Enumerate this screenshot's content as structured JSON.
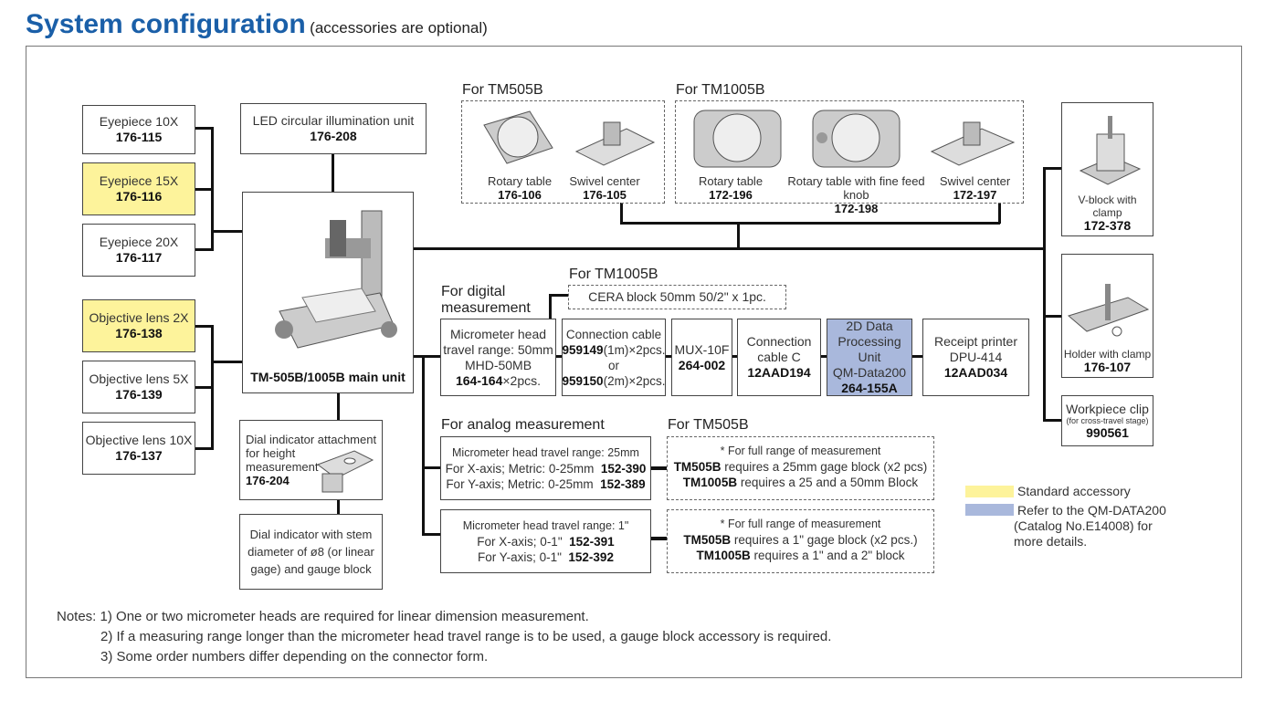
{
  "title": "System configuration",
  "subtitle": "(accessories are optional)",
  "eyepieces": [
    {
      "name": "Eyepiece 10X",
      "code": "176-115"
    },
    {
      "name": "Eyepiece 15X",
      "code": "176-116"
    },
    {
      "name": "Eyepiece 20X",
      "code": "176-117"
    }
  ],
  "objectives": [
    {
      "name": "Objective lens 2X",
      "code": "176-138"
    },
    {
      "name": "Objective lens 5X",
      "code": "176-139"
    },
    {
      "name": "Objective lens 10X",
      "code": "176-137"
    }
  ],
  "led": {
    "name": "LED circular illumination unit",
    "code": "176-208"
  },
  "main_unit": "TM-505B/1005B main unit",
  "dial1": {
    "l1": "Dial indicator attachment",
    "l2": "for height",
    "l3": "measurement",
    "code": "176-204"
  },
  "dial2": {
    "l1": "Dial indicator with stem",
    "l2": "diameter of ø8 (or linear",
    "l3": "gage) and gauge block"
  },
  "tm505": {
    "label": "For TM505B",
    "items": [
      {
        "name": "Rotary table",
        "code": "176-106"
      },
      {
        "name": "Swivel center",
        "code": "176-105"
      }
    ]
  },
  "tm1005": {
    "label": "For TM1005B",
    "items": [
      {
        "name": "Rotary table",
        "code": "172-196"
      },
      {
        "name": "Rotary table with fine feed knob",
        "code": "172-198"
      },
      {
        "name": "Swivel center",
        "code": "172-197"
      }
    ]
  },
  "right": [
    {
      "name": "V-block with clamp",
      "code": "172-378"
    },
    {
      "name": "Holder with clamp",
      "code": "176-107"
    },
    {
      "name": "Workpiece clip",
      "sub": "(for cross-travel stage)",
      "code": "990561"
    }
  ],
  "digital": {
    "label1": "For digital",
    "label2": "measurement",
    "cera_label": "For TM1005B",
    "cera": "CERA block 50mm 50/2\" x 1pc.",
    "mic": {
      "l1": "Micrometer head",
      "l2": "travel range: 50mm",
      "l3": "MHD-50MB",
      "code": "164-164",
      "suffix": "×2pcs."
    },
    "cable": {
      "l1": "Connection cable",
      "c1": "959149",
      "s1": "(1m)×2pcs.",
      "or": "or",
      "c2": "959150",
      "s2": "(2m)×2pcs."
    },
    "mux": {
      "name": "MUX-10F",
      "code": "264-002"
    },
    "cablec": {
      "l1": "Connection",
      "l2": "cable C",
      "code": "12AAD194"
    },
    "qm": {
      "l1": "2D Data",
      "l2": "Processing Unit",
      "l3": "QM-Data200",
      "code": "264-155A"
    },
    "printer": {
      "l1": "Receipt printer",
      "l2": "DPU-414",
      "code": "12AAD034"
    }
  },
  "analog": {
    "label": "For analog measurement",
    "tm_label": "For TM505B",
    "m1": {
      "title": "Micrometer head travel range: 25mm",
      "x": "For X-axis; Metric: 0-25mm",
      "xc": "152-390",
      "y": "For Y-axis; Metric: 0-25mm",
      "yc": "152-389"
    },
    "n1": {
      "t": "* For full range of measurement",
      "a": "TM505B",
      "ar": " requires a 25mm gage block (x2 pcs)",
      "b": "TM1005B",
      "br": " requires a 25 and a 50mm Block"
    },
    "m2": {
      "title": "Micrometer head travel range: 1\"",
      "x": "For X-axis;  0-1\"",
      "xc": "152-391",
      "y": "For Y-axis;  0-1\"",
      "yc": "152-392"
    },
    "n2": {
      "t": "* For full range of measurement",
      "a": "TM505B",
      "ar": " requires a 1\" gage block (x2 pcs.)",
      "b": "TM1005B",
      "br": " requires a 1\" and a 2\" block"
    }
  },
  "legend": {
    "standard": "Standard accessory",
    "refer": "Refer to the QM-DATA200",
    "refer2": "(Catalog No.E14008) for",
    "refer3": "more details.",
    "yellow": "#fdf39b",
    "blue": "#a9b8dc"
  },
  "notes": [
    "Notes: 1) One or two micrometer heads are required for linear dimension measurement.",
    "2) If a measuring range longer than the micrometer head travel range is to be used, a gauge block accessory is required.",
    "3) Some order numbers differ depending on the connector form."
  ],
  "title_color": "#1a5fa8"
}
